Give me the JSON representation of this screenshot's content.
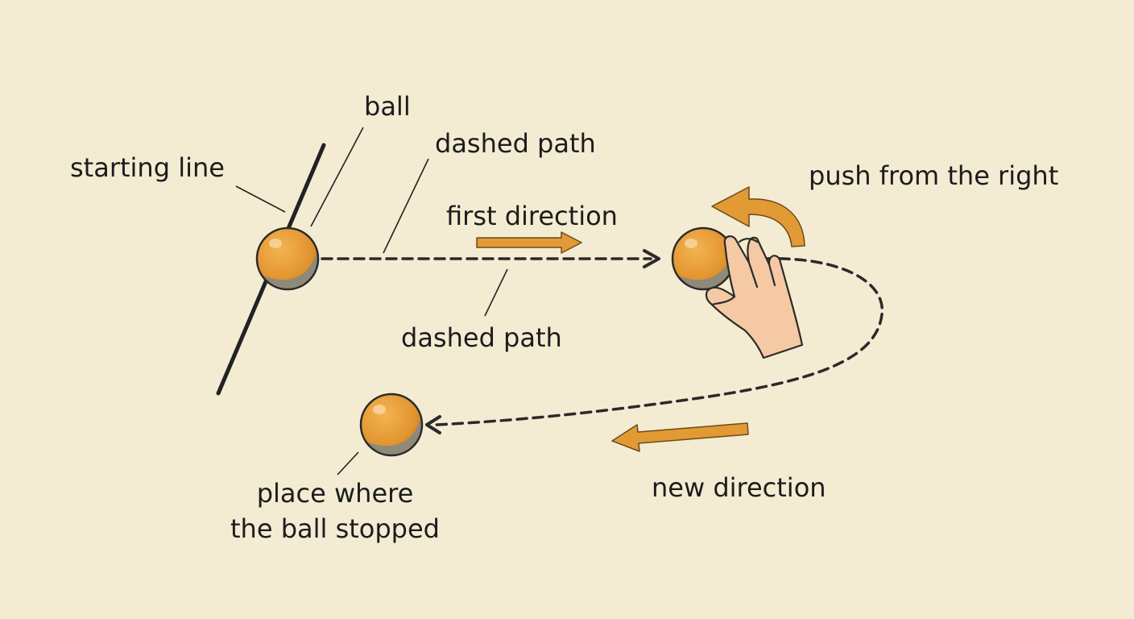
{
  "colors": {
    "background": "#f4ebd3",
    "ball": "#e2952f",
    "ball_shadow": "#8d8a7a",
    "arrow": "#e29a35",
    "line": "#222222",
    "hand": "#f4c9a4"
  },
  "labels": {
    "ball": "ball",
    "dashed_path_top": "dashed path",
    "starting_line": "starting line",
    "push_from_the_right": "push from the right",
    "first_direction": "first direction",
    "dashed_path_bottom": "dashed path",
    "new_direction": "new direction",
    "stop_line1": "place where",
    "stop_line2": "the ball stopped"
  },
  "icons": [
    "ball-icon",
    "hand-icon",
    "curved-arrow-icon",
    "direction-arrow-icon"
  ]
}
